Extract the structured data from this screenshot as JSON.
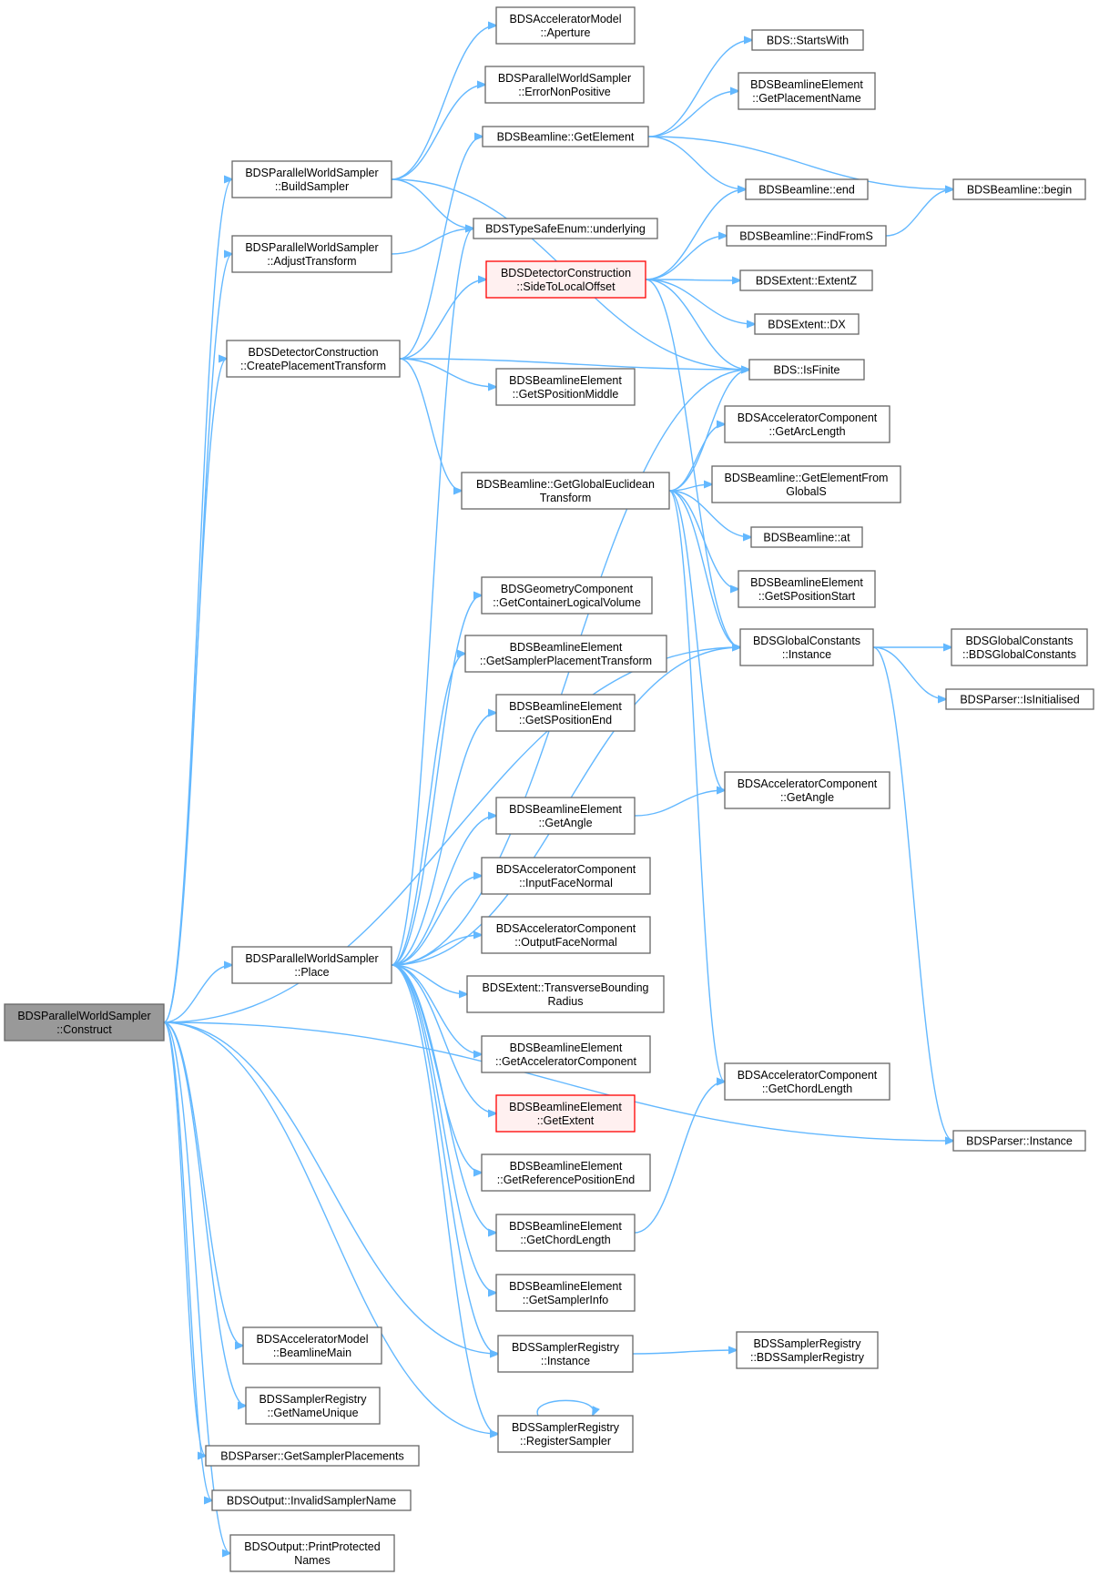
{
  "colors": {
    "edge": "#63b8ff",
    "node_fill": "#ffffff",
    "node_border": "#666666",
    "root_fill": "#999999",
    "root_border": "#666666",
    "highlight_fill": "#fff0f0",
    "highlight_border": "#ff0000",
    "text": "#000000"
  },
  "nodes": [
    {
      "id": "construct",
      "lines": [
        "BDSParallelWorldSampler",
        "::Construct"
      ],
      "style": "root"
    },
    {
      "id": "buildSampler",
      "lines": [
        "BDSParallelWorldSampler",
        "::BuildSampler"
      ],
      "style": "normal"
    },
    {
      "id": "adjustTransform",
      "lines": [
        "BDSParallelWorldSampler",
        "::AdjustTransform"
      ],
      "style": "normal"
    },
    {
      "id": "createPlacement",
      "lines": [
        "BDSDetectorConstruction",
        "::CreatePlacementTransform"
      ],
      "style": "normal"
    },
    {
      "id": "place",
      "lines": [
        "BDSParallelWorldSampler",
        "::Place"
      ],
      "style": "normal"
    },
    {
      "id": "aperture",
      "lines": [
        "BDSAcceleratorModel",
        "::Aperture"
      ],
      "style": "normal"
    },
    {
      "id": "errorNonPositive",
      "lines": [
        "BDSParallelWorldSampler",
        "::ErrorNonPositive"
      ],
      "style": "normal"
    },
    {
      "id": "getElement",
      "lines": [
        "BDSBeamline::GetElement"
      ],
      "style": "normal"
    },
    {
      "id": "underlying",
      "lines": [
        "BDSTypeSafeEnum::underlying"
      ],
      "style": "normal"
    },
    {
      "id": "sideToLocal",
      "lines": [
        "BDSDetectorConstruction",
        "::SideToLocalOffset"
      ],
      "style": "highlight"
    },
    {
      "id": "getSPosMiddle",
      "lines": [
        "BDSBeamlineElement",
        "::GetSPositionMiddle"
      ],
      "style": "normal"
    },
    {
      "id": "getGlobalEuclid",
      "lines": [
        "BDSBeamline::GetGlobalEuclidean",
        "Transform"
      ],
      "style": "normal"
    },
    {
      "id": "getContainerLV",
      "lines": [
        "BDSGeometryComponent",
        "::GetContainerLogicalVolume"
      ],
      "style": "normal"
    },
    {
      "id": "getSamplerPT",
      "lines": [
        "BDSBeamlineElement",
        "::GetSamplerPlacementTransform"
      ],
      "style": "normal"
    },
    {
      "id": "getSPosEnd",
      "lines": [
        "BDSBeamlineElement",
        "::GetSPositionEnd"
      ],
      "style": "normal"
    },
    {
      "id": "beGetAngle",
      "lines": [
        "BDSBeamlineElement",
        "::GetAngle"
      ],
      "style": "normal"
    },
    {
      "id": "inputFaceNormal",
      "lines": [
        "BDSAcceleratorComponent",
        "::InputFaceNormal"
      ],
      "style": "normal"
    },
    {
      "id": "outputFaceNormal",
      "lines": [
        "BDSAcceleratorComponent",
        "::OutputFaceNormal"
      ],
      "style": "normal"
    },
    {
      "id": "transBounding",
      "lines": [
        "BDSExtent::TransverseBounding",
        "Radius"
      ],
      "style": "normal"
    },
    {
      "id": "getAccComp",
      "lines": [
        "BDSBeamlineElement",
        "::GetAcceleratorComponent"
      ],
      "style": "normal"
    },
    {
      "id": "getExtent",
      "lines": [
        "BDSBeamlineElement",
        "::GetExtent"
      ],
      "style": "highlight"
    },
    {
      "id": "getRefPosEnd",
      "lines": [
        "BDSBeamlineElement",
        "::GetReferencePositionEnd"
      ],
      "style": "normal"
    },
    {
      "id": "beGetChordLength",
      "lines": [
        "BDSBeamlineElement",
        "::GetChordLength"
      ],
      "style": "normal"
    },
    {
      "id": "getSamplerInfo",
      "lines": [
        "BDSBeamlineElement",
        "::GetSamplerInfo"
      ],
      "style": "normal"
    },
    {
      "id": "samplerRegInstance",
      "lines": [
        "BDSSamplerRegistry",
        "::Instance"
      ],
      "style": "normal"
    },
    {
      "id": "registerSampler",
      "lines": [
        "BDSSamplerRegistry",
        "::RegisterSampler"
      ],
      "style": "normal"
    },
    {
      "id": "beamlineMain",
      "lines": [
        "BDSAcceleratorModel",
        "::BeamlineMain"
      ],
      "style": "normal"
    },
    {
      "id": "getNameUnique",
      "lines": [
        "BDSSamplerRegistry",
        "::GetNameUnique"
      ],
      "style": "normal"
    },
    {
      "id": "getSamplerPlacements",
      "lines": [
        "BDSParser::GetSamplerPlacements"
      ],
      "style": "normal"
    },
    {
      "id": "invalidSamplerName",
      "lines": [
        "BDSOutput::InvalidSamplerName"
      ],
      "style": "normal"
    },
    {
      "id": "printProtected",
      "lines": [
        "BDSOutput::PrintProtected",
        "Names"
      ],
      "style": "normal"
    },
    {
      "id": "startsWith",
      "lines": [
        "BDS::StartsWith"
      ],
      "style": "normal"
    },
    {
      "id": "getPlacementName",
      "lines": [
        "BDSBeamlineElement",
        "::GetPlacementName"
      ],
      "style": "normal"
    },
    {
      "id": "bEnd",
      "lines": [
        "BDSBeamline::end"
      ],
      "style": "normal"
    },
    {
      "id": "bBegin",
      "lines": [
        "BDSBeamline::begin"
      ],
      "style": "normal"
    },
    {
      "id": "findFromS",
      "lines": [
        "BDSBeamline::FindFromS"
      ],
      "style": "normal"
    },
    {
      "id": "extentZ",
      "lines": [
        "BDSExtent::ExtentZ"
      ],
      "style": "normal"
    },
    {
      "id": "extentDX",
      "lines": [
        "BDSExtent::DX"
      ],
      "style": "normal"
    },
    {
      "id": "isFinite",
      "lines": [
        "BDS::IsFinite"
      ],
      "style": "normal"
    },
    {
      "id": "getArcLength",
      "lines": [
        "BDSAcceleratorComponent",
        "::GetArcLength"
      ],
      "style": "normal"
    },
    {
      "id": "getElementFromGlobalS",
      "lines": [
        "BDSBeamline::GetElementFrom",
        "GlobalS"
      ],
      "style": "normal"
    },
    {
      "id": "bAt",
      "lines": [
        "BDSBeamline::at"
      ],
      "style": "normal"
    },
    {
      "id": "getSPosStart",
      "lines": [
        "BDSBeamlineElement",
        "::GetSPositionStart"
      ],
      "style": "normal"
    },
    {
      "id": "globalConstInstance",
      "lines": [
        "BDSGlobalConstants",
        "::Instance"
      ],
      "style": "normal"
    },
    {
      "id": "acGetAngle",
      "lines": [
        "BDSAcceleratorComponent",
        "::GetAngle"
      ],
      "style": "normal"
    },
    {
      "id": "acGetChordLength",
      "lines": [
        "BDSAcceleratorComponent",
        "::GetChordLength"
      ],
      "style": "normal"
    },
    {
      "id": "samplerRegCtor",
      "lines": [
        "BDSSamplerRegistry",
        "::BDSSamplerRegistry"
      ],
      "style": "normal"
    },
    {
      "id": "globalConstCtor",
      "lines": [
        "BDSGlobalConstants",
        "::BDSGlobalConstants"
      ],
      "style": "normal"
    },
    {
      "id": "parserIsInit",
      "lines": [
        "BDSParser::IsInitialised"
      ],
      "style": "normal"
    },
    {
      "id": "parserInstance",
      "lines": [
        "BDSParser::Instance"
      ],
      "style": "normal"
    }
  ],
  "edges": [
    [
      "construct",
      "buildSampler"
    ],
    [
      "construct",
      "adjustTransform"
    ],
    [
      "construct",
      "createPlacement"
    ],
    [
      "construct",
      "place"
    ],
    [
      "construct",
      "globalConstInstance"
    ],
    [
      "construct",
      "samplerRegInstance"
    ],
    [
      "construct",
      "registerSampler"
    ],
    [
      "construct",
      "beamlineMain"
    ],
    [
      "construct",
      "getNameUnique"
    ],
    [
      "construct",
      "getSamplerPlacements"
    ],
    [
      "construct",
      "invalidSamplerName"
    ],
    [
      "construct",
      "printProtected"
    ],
    [
      "construct",
      "parserInstance"
    ],
    [
      "buildSampler",
      "aperture"
    ],
    [
      "buildSampler",
      "errorNonPositive"
    ],
    [
      "buildSampler",
      "underlying"
    ],
    [
      "buildSampler",
      "isFinite"
    ],
    [
      "adjustTransform",
      "underlying"
    ],
    [
      "createPlacement",
      "getElement"
    ],
    [
      "createPlacement",
      "sideToLocal"
    ],
    [
      "createPlacement",
      "isFinite"
    ],
    [
      "createPlacement",
      "getSPosMiddle"
    ],
    [
      "createPlacement",
      "getGlobalEuclid"
    ],
    [
      "getElement",
      "startsWith"
    ],
    [
      "getElement",
      "getPlacementName"
    ],
    [
      "getElement",
      "bEnd"
    ],
    [
      "getElement",
      "bBegin"
    ],
    [
      "sideToLocal",
      "bEnd"
    ],
    [
      "sideToLocal",
      "findFromS"
    ],
    [
      "sideToLocal",
      "extentZ"
    ],
    [
      "sideToLocal",
      "extentDX"
    ],
    [
      "sideToLocal",
      "isFinite"
    ],
    [
      "sideToLocal",
      "globalConstInstance"
    ],
    [
      "findFromS",
      "bBegin"
    ],
    [
      "getGlobalEuclid",
      "isFinite"
    ],
    [
      "getGlobalEuclid",
      "getArcLength"
    ],
    [
      "getGlobalEuclid",
      "getElementFromGlobalS"
    ],
    [
      "getGlobalEuclid",
      "bAt"
    ],
    [
      "getGlobalEuclid",
      "getSPosStart"
    ],
    [
      "getGlobalEuclid",
      "globalConstInstance"
    ],
    [
      "getGlobalEuclid",
      "acGetAngle"
    ],
    [
      "getGlobalEuclid",
      "acGetChordLength"
    ],
    [
      "place",
      "underlying"
    ],
    [
      "place",
      "isFinite"
    ],
    [
      "place",
      "getContainerLV"
    ],
    [
      "place",
      "getSamplerPT"
    ],
    [
      "place",
      "getSPosEnd"
    ],
    [
      "place",
      "globalConstInstance"
    ],
    [
      "place",
      "beGetAngle"
    ],
    [
      "place",
      "inputFaceNormal"
    ],
    [
      "place",
      "outputFaceNormal"
    ],
    [
      "place",
      "transBounding"
    ],
    [
      "place",
      "getAccComp"
    ],
    [
      "place",
      "getExtent"
    ],
    [
      "place",
      "getRefPosEnd"
    ],
    [
      "place",
      "beGetChordLength"
    ],
    [
      "place",
      "getSamplerInfo"
    ],
    [
      "place",
      "samplerRegInstance"
    ],
    [
      "place",
      "registerSampler"
    ],
    [
      "beGetAngle",
      "acGetAngle"
    ],
    [
      "beGetChordLength",
      "acGetChordLength"
    ],
    [
      "globalConstInstance",
      "globalConstCtor"
    ],
    [
      "globalConstInstance",
      "parserIsInit"
    ],
    [
      "globalConstInstance",
      "parserInstance"
    ],
    [
      "samplerRegInstance",
      "samplerRegCtor"
    ],
    [
      "registerSampler",
      "registerSampler"
    ]
  ]
}
